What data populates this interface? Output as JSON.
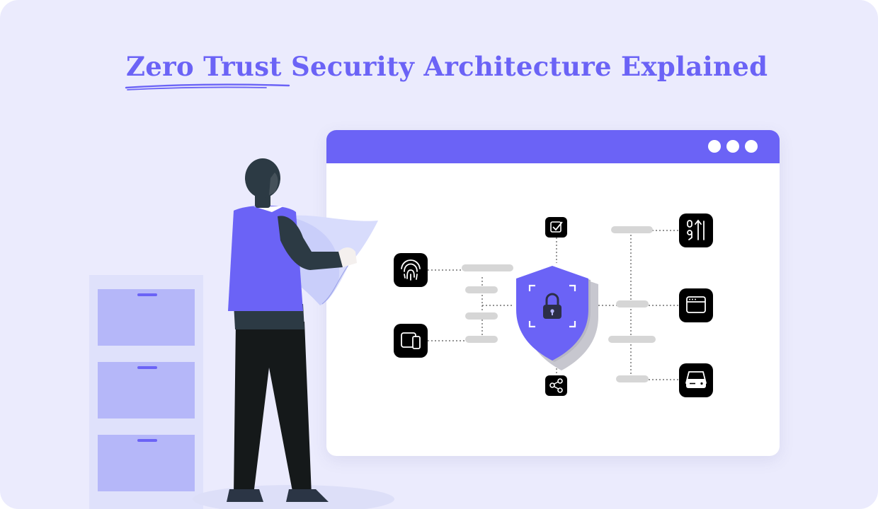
{
  "title": "Zero Trust Security Architecture Explained",
  "colors": {
    "accent": "#6b63f6",
    "background": "#ebebfd",
    "icon_tile": "#000000",
    "connector": "#d6d6d6"
  },
  "window": {
    "controls": [
      "dot",
      "dot",
      "dot"
    ]
  },
  "diagram_icons": {
    "center": "shield-lock-icon",
    "top": "checkbox-icon",
    "bottom": "share-icon",
    "left": [
      "fingerprint-icon",
      "devices-icon"
    ],
    "right": [
      "data-transfer-icon",
      "browser-window-icon",
      "storage-drive-icon"
    ]
  }
}
